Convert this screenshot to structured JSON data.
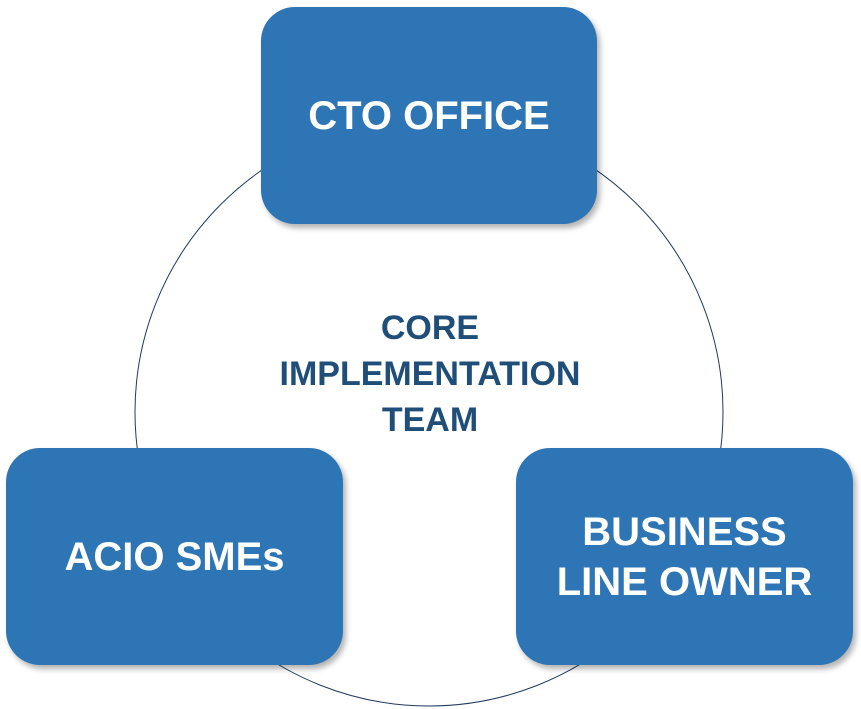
{
  "diagram": {
    "center_label": "CORE\nIMPLEMENTATION\nTEAM",
    "nodes": {
      "top": {
        "label": "CTO OFFICE"
      },
      "bottom_left": {
        "label": "ACIO SMEs"
      },
      "bottom_right": {
        "label": "BUSINESS\nLINE OWNER"
      }
    },
    "colors": {
      "node_fill": "#2E75B6",
      "node_text": "#FFFFFF",
      "center_text": "#1F4E79",
      "ring_stroke": "#1F3A5F"
    }
  }
}
